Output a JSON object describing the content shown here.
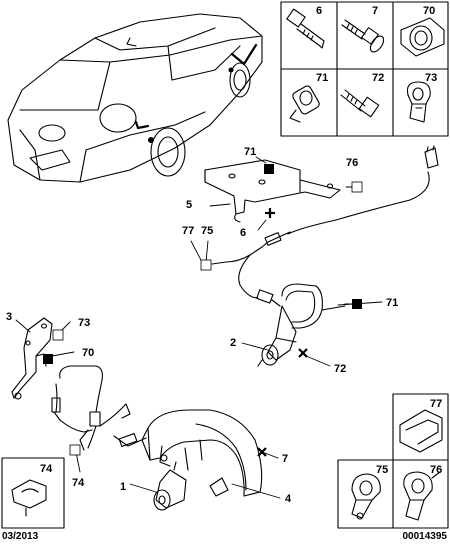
{
  "callouts": {
    "c1": "1",
    "c2": "2",
    "c3": "3",
    "c4": "4",
    "c5": "5",
    "c6": "6",
    "c7": "7",
    "c70": "70",
    "c71": "71",
    "c72": "72",
    "c73": "73",
    "c74": "74",
    "c75": "75",
    "c76": "76",
    "c77": "77"
  },
  "parts_grid_top": {
    "r1c1": "6",
    "r1c2": "7",
    "r1c3": "70",
    "r2c1": "71",
    "r2c2": "72",
    "r2c3": "73"
  },
  "parts_grid_bottom": {
    "box74": "74",
    "box77": "77",
    "box75": "75",
    "box76": "76"
  },
  "footer": {
    "date": "03/2013",
    "ref": "00014395"
  }
}
